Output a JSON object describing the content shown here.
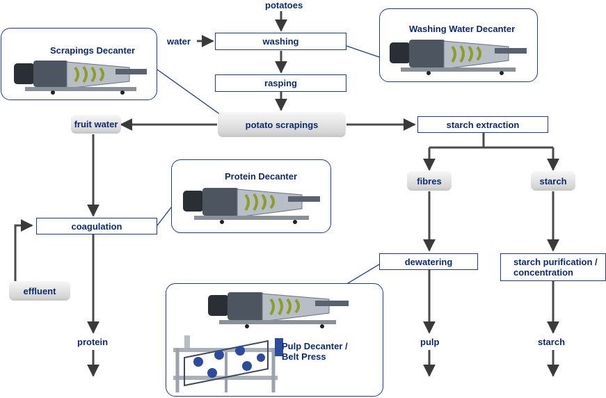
{
  "inputs": {
    "potatoes": "potatoes",
    "water": "water",
    "effluent": "effluent"
  },
  "process": {
    "washing": "washing",
    "rasping": "rasping",
    "potato_scrapings": "potato scrapings",
    "fruit_water": "fruit water",
    "starch_extraction": "starch extraction",
    "coagulation": "coagulation",
    "fibres": "fibres",
    "starch": "starch",
    "dewatering": "dewatering",
    "starch_purification_1": "starch purification /",
    "starch_purification_2": "concentration"
  },
  "outputs": {
    "protein": "protein",
    "pulp": "pulp",
    "starch": "starch"
  },
  "equipment": {
    "scrapings": "Scrapings Decanter",
    "washing_water": "Washing Water Decanter",
    "protein": "Protein Decanter",
    "pulp_1": "Pulp Decanter /",
    "pulp_2": "Belt Press"
  },
  "colors": {
    "line": "#1c3b8a",
    "text": "#0e2a6e",
    "arrow": "#3a3a3a",
    "pill": "#d9d9d9"
  }
}
